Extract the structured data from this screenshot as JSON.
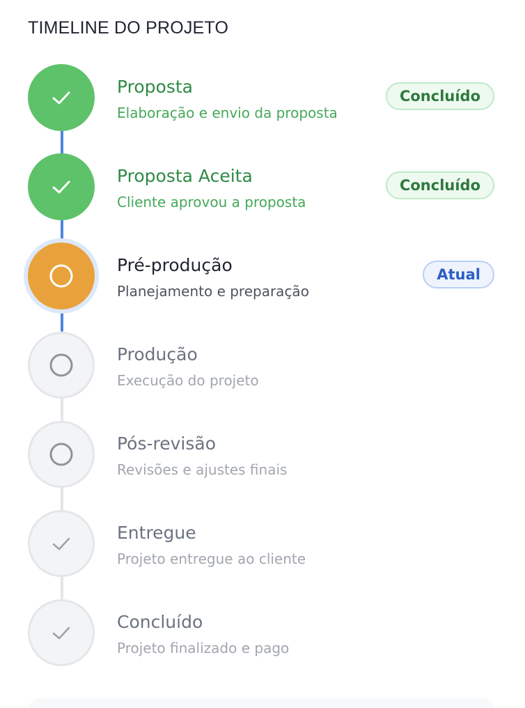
{
  "timeline": {
    "title": "TIMELINE DO PROJETO",
    "accent_color": "#4f84e3",
    "steps": [
      {
        "title": "Proposta",
        "description": "Elaboração e envio da proposta",
        "status": "done",
        "icon": "check-icon",
        "badge": "Concluído"
      },
      {
        "title": "Proposta Aceita",
        "description": "Cliente aprovou a proposta",
        "status": "done",
        "icon": "check-icon",
        "badge": "Concluído"
      },
      {
        "title": "Pré-produção",
        "description": "Planejamento e preparação",
        "status": "current",
        "icon": "circle-icon",
        "badge": "Atual"
      },
      {
        "title": "Produção",
        "description": "Execução do projeto",
        "status": "pending",
        "icon": "circle-icon"
      },
      {
        "title": "Pós-revisão",
        "description": "Revisões e ajustes finais",
        "status": "pending",
        "icon": "circle-icon"
      },
      {
        "title": "Entregue",
        "description": "Projeto entregue ao cliente",
        "status": "pending",
        "icon": "check-icon"
      },
      {
        "title": "Concluído",
        "description": "Projeto finalizado e pago",
        "status": "pending",
        "icon": "check-icon"
      }
    ]
  }
}
